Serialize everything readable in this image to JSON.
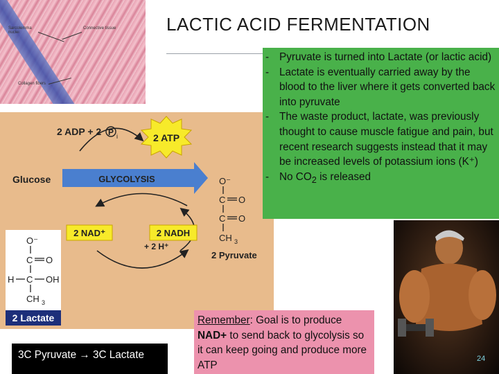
{
  "slide": {
    "title": "LACTIC ACID FERMENTATION",
    "page_number": "24"
  },
  "micrograph": {
    "labels": [
      "Sarcolemma nuclei",
      "Connective tissue",
      "Collagen fibers"
    ]
  },
  "diagram": {
    "adp_text": "2 ADP + 2",
    "pi_circle": "P",
    "pi_sub": "i",
    "atp_label": "2 ATP",
    "glucose_label": "Glucose",
    "glycolysis_label": "GLYCOLYSIS",
    "nad_label": "2 NAD⁺",
    "nadh_label": "2 NADH",
    "h_label": "+ 2 H⁺",
    "pyruvate_label": "2 Pyruvate",
    "lactate_label": "2 Lactate",
    "pyruvate_struct": {
      "o_minus": "O⁻",
      "c1": "C",
      "o1": "O",
      "c2": "C",
      "o2": "O",
      "ch3": "CH",
      "ch3_sub": "3"
    },
    "lactate_struct": {
      "o_minus": "O⁻",
      "c1": "C",
      "o1": "O",
      "h": "H",
      "c2": "C",
      "oh": "OH",
      "ch3": "CH",
      "ch3_sub": "3"
    }
  },
  "notes": {
    "bullets": [
      {
        "dash": "-",
        "text": "Pyruvate is turned into Lactate (or lactic acid)"
      },
      {
        "dash": "-",
        "text": "Lactate is eventually carried away by the blood to the liver where it gets converted back into pyruvate"
      },
      {
        "dash": "-",
        "text": "The waste product, lactate, was previously thought to cause muscle fatigue and pain, but recent research suggests instead that it may be increased levels of potassium ions (K⁺)"
      }
    ],
    "last_bullet": {
      "dash": "-",
      "pre": "No CO",
      "sub": "2",
      "post": " is released"
    }
  },
  "remember": {
    "key": "Remember",
    "colon": ": Goal is to produce ",
    "bold": "NAD+",
    "rest": " to send back to glycolysis so it can keep going and produce more ATP"
  },
  "caption": {
    "text": "3C Pyruvate → 3C Lactate"
  },
  "colors": {
    "notes_bg": "#49b14a",
    "remember_bg": "#ec92ad",
    "diagram_bg": "#e8bb8c",
    "arrow_blue": "#4a7fcf",
    "atp_star": "#f7ea2a"
  }
}
